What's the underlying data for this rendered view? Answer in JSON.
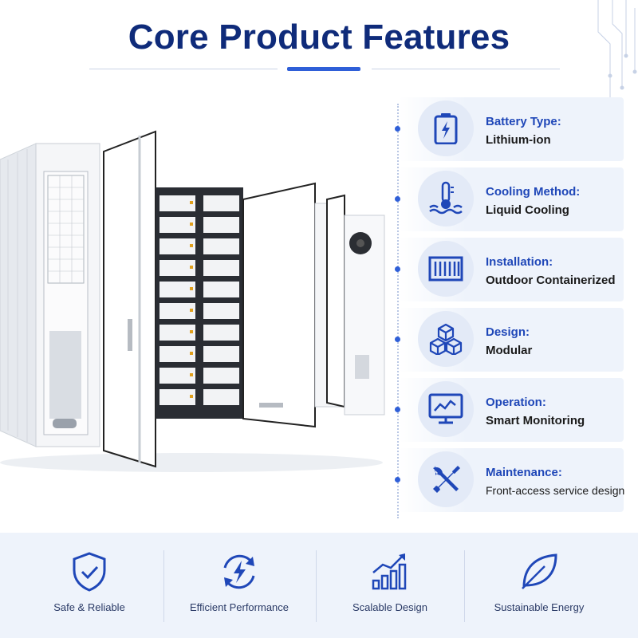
{
  "header": {
    "title": "Core Product Features"
  },
  "features": [
    {
      "label": "Battery Type:",
      "value": "Lithium-ion",
      "icon": "battery-icon"
    },
    {
      "label": "Cooling Method:",
      "value": "Liquid Cooling",
      "icon": "thermometer-icon"
    },
    {
      "label": "Installation:",
      "value": "Outdoor Containerized",
      "icon": "container-icon"
    },
    {
      "label": "Design:",
      "value": "Modular",
      "icon": "cubes-icon"
    },
    {
      "label": "Operation:",
      "value": "Smart Monitoring",
      "icon": "monitor-chart-icon"
    },
    {
      "label": "Maintenance:",
      "value": "Front-access service design",
      "icon": "tools-icon"
    }
  ],
  "benefits": [
    {
      "label": "Safe & Reliable",
      "icon": "shield-check-icon"
    },
    {
      "label": "Efficient Performance",
      "icon": "lightning-cycle-icon"
    },
    {
      "label": "Scalable Design",
      "icon": "growth-chart-icon"
    },
    {
      "label": "Sustainable Energy",
      "icon": "leaf-icon"
    }
  ],
  "colors": {
    "brand": "#0f2b7a",
    "accent": "#2f5fd8",
    "panel": "#eef3fb"
  }
}
